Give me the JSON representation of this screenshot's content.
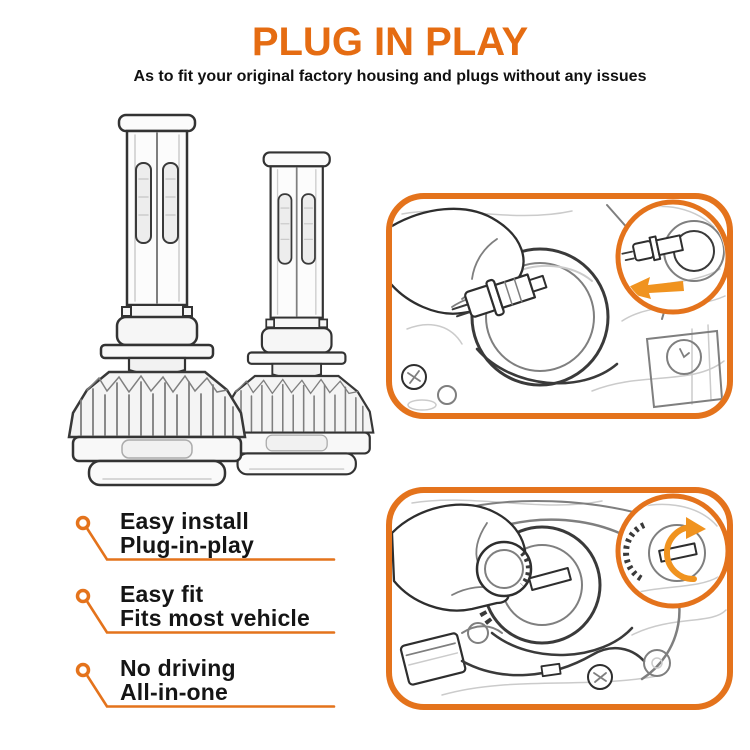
{
  "header": {
    "title": "PLUG IN PLAY",
    "subtitle": "As to fit your original factory housing and plugs without any issues"
  },
  "features": [
    {
      "line1": "Easy install",
      "line2": "Plug-in-play"
    },
    {
      "line1": "Easy fit",
      "line2": "Fits most vehicle"
    },
    {
      "line1": "No driving",
      "line2": "All-in-one"
    }
  ],
  "illustrations": {
    "bulbs": "two-led-headlight-bulbs-line-art",
    "step1": "hand-plugging-bulb-into-headlight-housing",
    "step1_inset": "bulb-seated-detail-with-arrow",
    "step2": "hand-twisting-bulb-to-lock",
    "step2_inset": "rotate-to-lock-detail"
  },
  "colors": {
    "accent": "#e4731c",
    "title": "#e56c12",
    "arrow": "#f0931f",
    "text": "#111111",
    "background": "#ffffff"
  }
}
